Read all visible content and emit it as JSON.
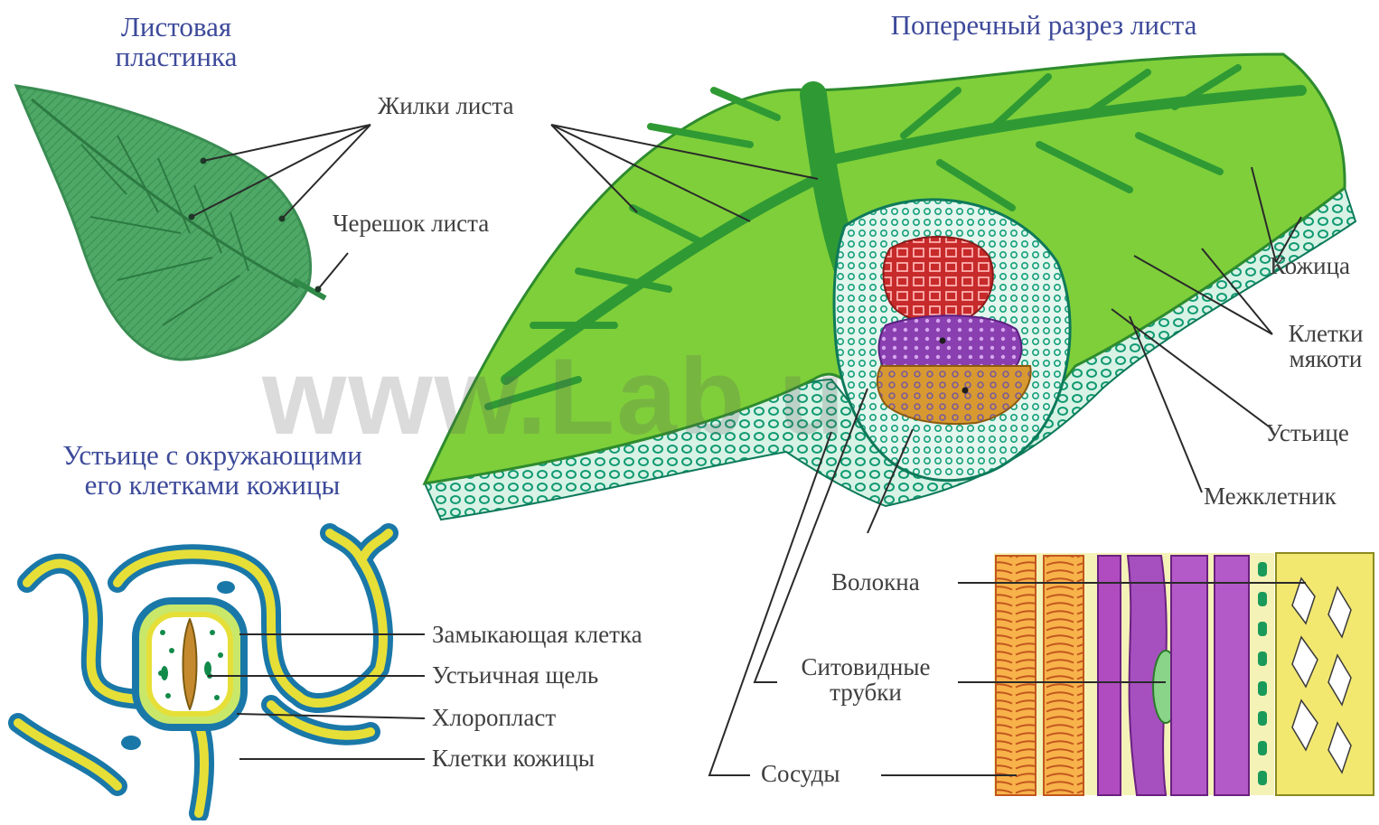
{
  "titles": {
    "leaf_blade": "Листовая\nпластинка",
    "cross_section": "Поперечный разрез листа",
    "stoma_with_cells": "Устьице с окружающими\nего клетками кожицы"
  },
  "labels": {
    "veins": "Жилки листа",
    "petiole": "Черешок листа",
    "epidermis": "Кожица",
    "mesophyll": "Клетки\nмякоти",
    "stoma": "Устьице",
    "intercellular": "Межклетник",
    "fibers": "Волокна",
    "sieve_tubes": "Ситовидные\nтрубки",
    "vessels": "Сосуды",
    "guard_cell": "Замыкающая клетка",
    "stomatal_slit": "Устьичная щель",
    "chloroplast": "Хлоропласт",
    "epidermal_cells": "Клетки кожицы"
  },
  "watermark": "www.Lab        u",
  "colors": {
    "title": "#3d4a9a",
    "label": "#3f3f3f",
    "leaf_green": "#2e9a3a",
    "leaf_light": "#8fd45a",
    "epidermis_teal": "#1a9a7a",
    "xylem_red": "#d63030",
    "phloem_purple": "#9040b0",
    "fiber_orange": "#d88a20",
    "cell_wall_yellow": "#e8e040",
    "cell_wall_blue": "#1a78a8"
  }
}
